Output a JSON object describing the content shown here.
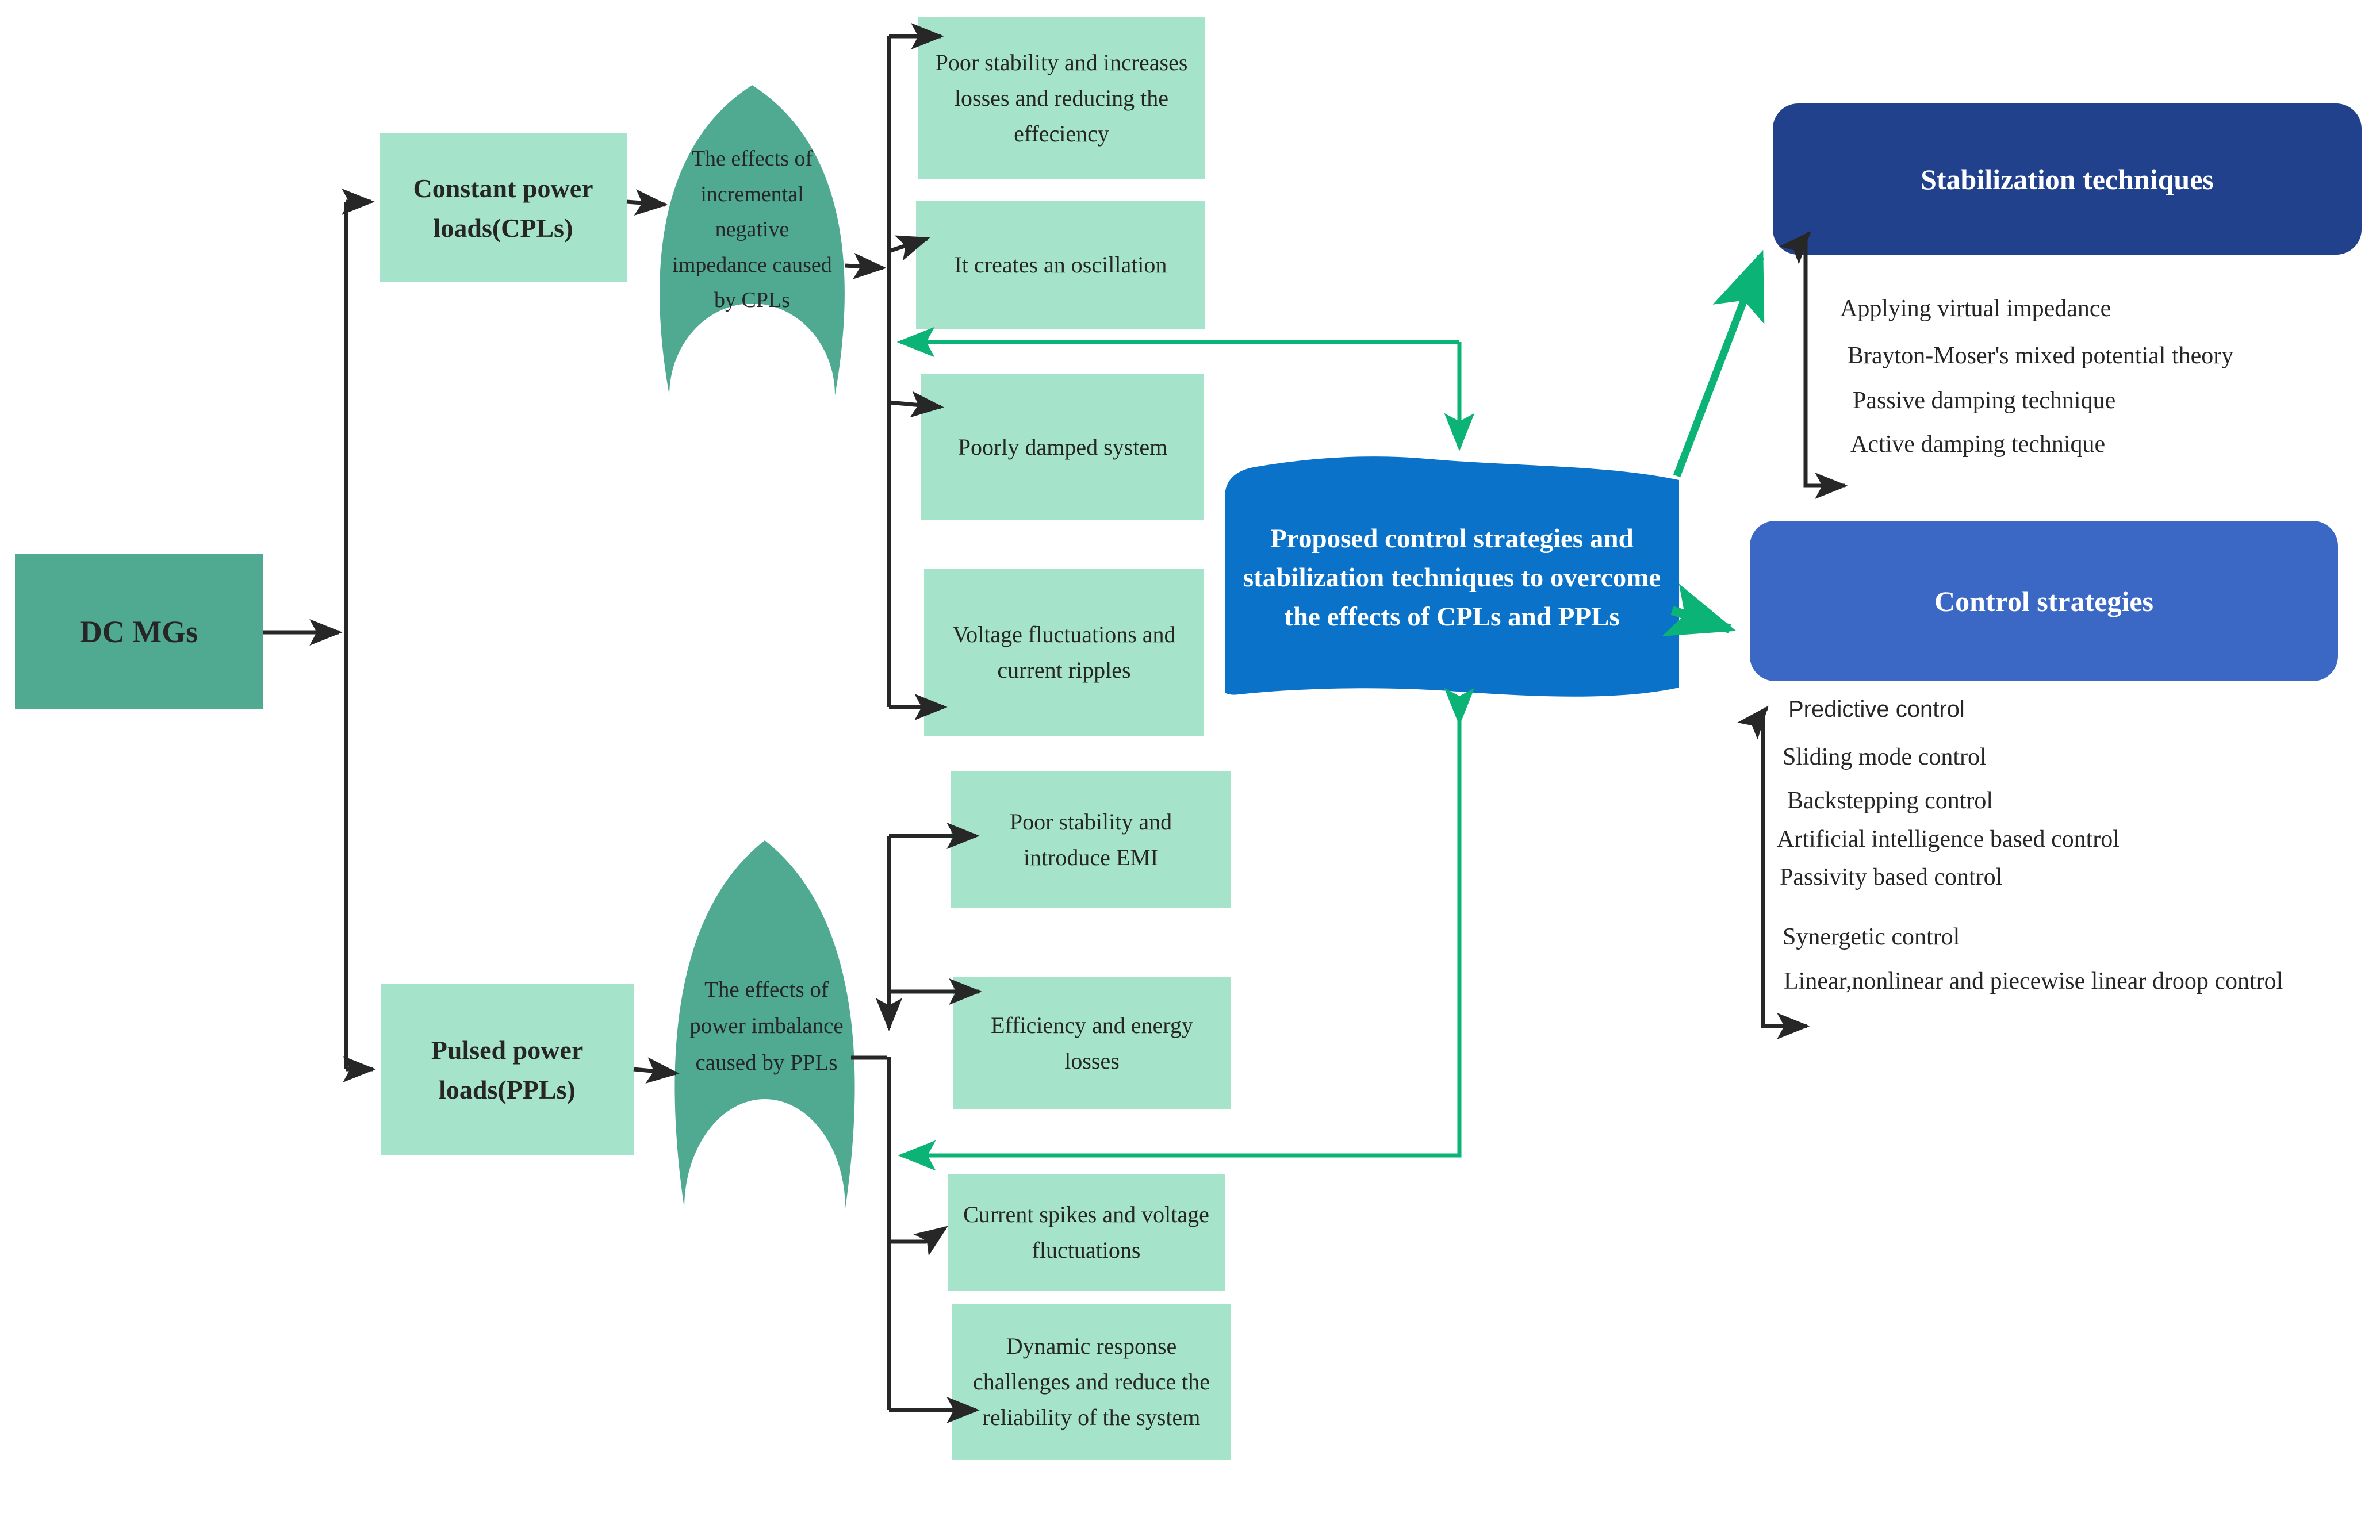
{
  "colors": {
    "teal": "#4faa91",
    "light_green": "#a5e3cb",
    "center_blue": "#0a73c9",
    "navy": "#21418c",
    "royal_blue": "#3b68c5",
    "connector_green": "#0cb377",
    "connector_black": "#272727",
    "text_dark": "#262626",
    "text_light": "#ffffff"
  },
  "nodes": {
    "dc_mgs": "DC MGs",
    "cpl": "Constant power loads(CPLs)",
    "ppl": "Pulsed power loads(PPLs)"
  },
  "cpl_arch_lines": [
    "The effects of",
    "incremental",
    "negative",
    "impedance caused",
    "by CPLs"
  ],
  "ppl_arch_lines": [
    "The effects of",
    "power imbalance",
    "caused by PPLs"
  ],
  "center_lines": [
    "Proposed control strategies and",
    "stabilization techniques to overcome",
    "the effects of CPLs and PPLs"
  ],
  "cpl_effects": [
    "Poor stability and increases losses and reducing the effeciency",
    "It creates an oscillation",
    "Poorly damped system",
    "Voltage fluctuations and current ripples"
  ],
  "ppl_effects": [
    "Poor stability and introduce EMI",
    "Efficiency and energy losses",
    "Current spikes and voltage fluctuations",
    "Dynamic response challenges and reduce the reliability of the system"
  ],
  "stabilization": {
    "title": "Stabilization techniques",
    "items": [
      "Applying virtual impedance",
      "Brayton-Moser's mixed potential theory",
      "Passive damping technique",
      "Active damping technique"
    ]
  },
  "control": {
    "title": "Control strategies",
    "items": [
      "Predictive control",
      "Sliding mode control",
      "Backstepping control",
      "Artificial intelligence based control",
      "Passivity  based control",
      "Synergetic control",
      "Linear,nonlinear and piecewise linear droop control"
    ]
  }
}
